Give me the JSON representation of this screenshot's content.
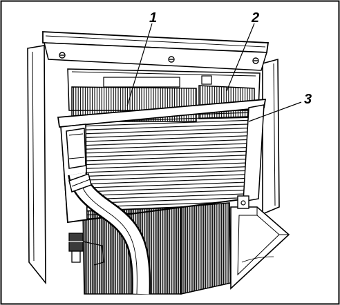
{
  "figure": {
    "callouts": [
      "1",
      "2",
      "3"
    ]
  },
  "colors": {
    "ink": "#000000",
    "paper": "#ffffff",
    "shade": "#3a3a3a"
  }
}
